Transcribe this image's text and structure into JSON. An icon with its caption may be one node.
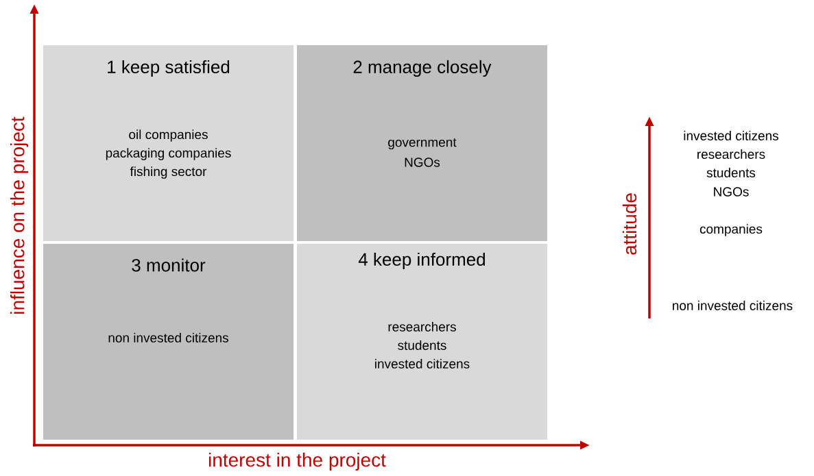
{
  "diagram": {
    "nodes": [
      {
        "text": [
          "1 keep satisfied",
          "oil companies",
          "packaging companies",
          "fishing sector"
        ]
      },
      {
        "text": [
          "2 manage closely",
          "government",
          "NGOs"
        ]
      },
      {
        "text": [
          "3 monitor",
          "non invested citizens"
        ]
      },
      {
        "text": [
          "4 keep informed",
          "researchers",
          "students",
          "invested citizens"
        ]
      }
    ],
    "labels": [
      "influence on the project",
      "interest in the project",
      "attitude",
      "invested citizens",
      "researchers",
      "students",
      "NGOs",
      "companies",
      "non invested citizens"
    ]
  }
}
